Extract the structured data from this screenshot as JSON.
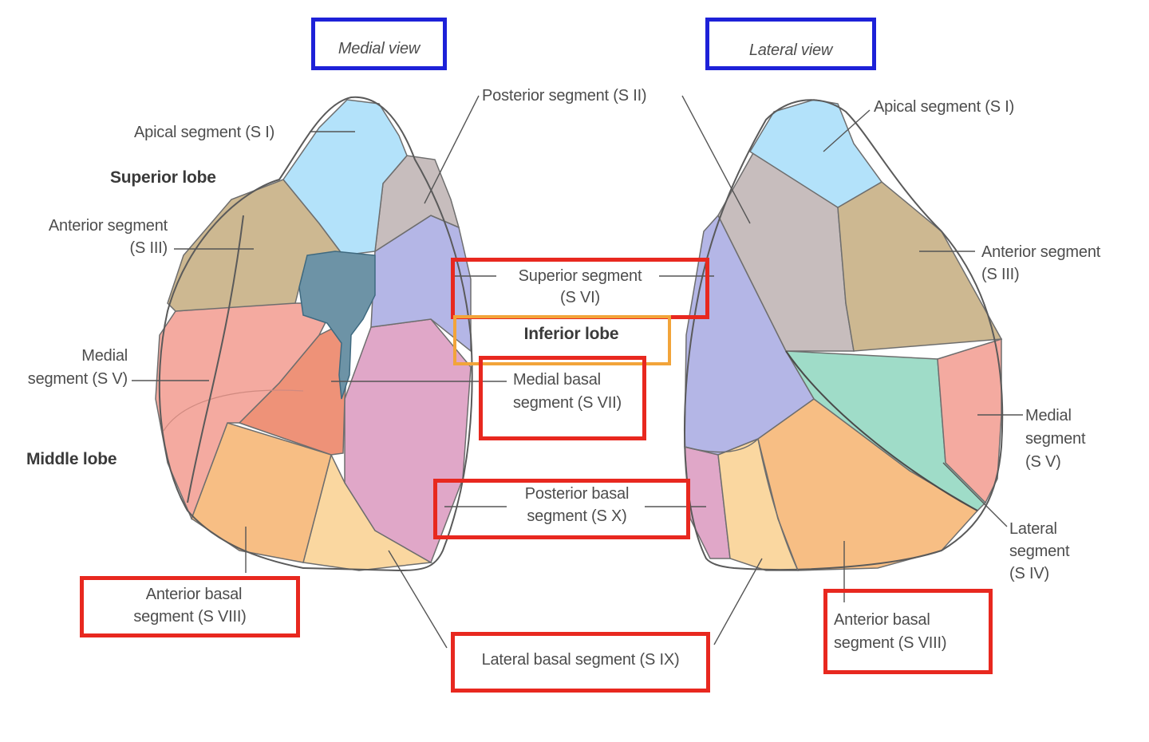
{
  "views": {
    "medial": "Medial view",
    "lateral": "Lateral view"
  },
  "lobes": {
    "superior": "Superior lobe",
    "middle": "Middle lobe",
    "inferior": "Inferior lobe"
  },
  "labels": {
    "apical_left": "Apical segment (S I)",
    "apical_right": "Apical segment (S I)",
    "posterior": "Posterior segment (S II)",
    "anterior_left_line1": "Anterior segment",
    "anterior_left_line2": "(S III)",
    "anterior_right_line1": "Anterior segment",
    "anterior_right_line2": "(S III)",
    "superior_line1": "Superior segment",
    "superior_line2": "(S VI)",
    "medial_left_line1": "Medial",
    "medial_left_line2": "segment (S V)",
    "medial_right_line1": "Medial",
    "medial_right_line2": "segment",
    "medial_right_line3": "(S V)",
    "medial_basal_line1": "Medial basal",
    "medial_basal_line2": "segment (S VII)",
    "posterior_basal_line1": "Posterior basal",
    "posterior_basal_line2": "segment (S X)",
    "lateral_seg_line1": "Lateral",
    "lateral_seg_line2": "segment",
    "lateral_seg_line3": "(S IV)",
    "anterior_basal_left_line1": "Anterior basal",
    "anterior_basal_left_line2": "segment (S VIII)",
    "anterior_basal_right_line1": "Anterior basal",
    "anterior_basal_right_line2": "segment (S VIII)",
    "lateral_basal": "Lateral basal segment (S IX)"
  },
  "colors": {
    "apical": "#b3e2fa",
    "posterior": "#c7bdbd",
    "anterior": "#cdb891",
    "superior": "#b4b6e6",
    "medial": "#f4aaa0",
    "medial_basal": "#ee9278",
    "posterior_basal": "#e0a7c8",
    "anterior_basal": "#f7be84",
    "lateral_basal": "#fad7a0",
    "lateral_segment": "#9fdcc8",
    "hilum": "#6d93a6",
    "highlight_red": "#e8281f",
    "highlight_blue": "#1d21d8",
    "highlight_orange": "#f2a43a"
  }
}
